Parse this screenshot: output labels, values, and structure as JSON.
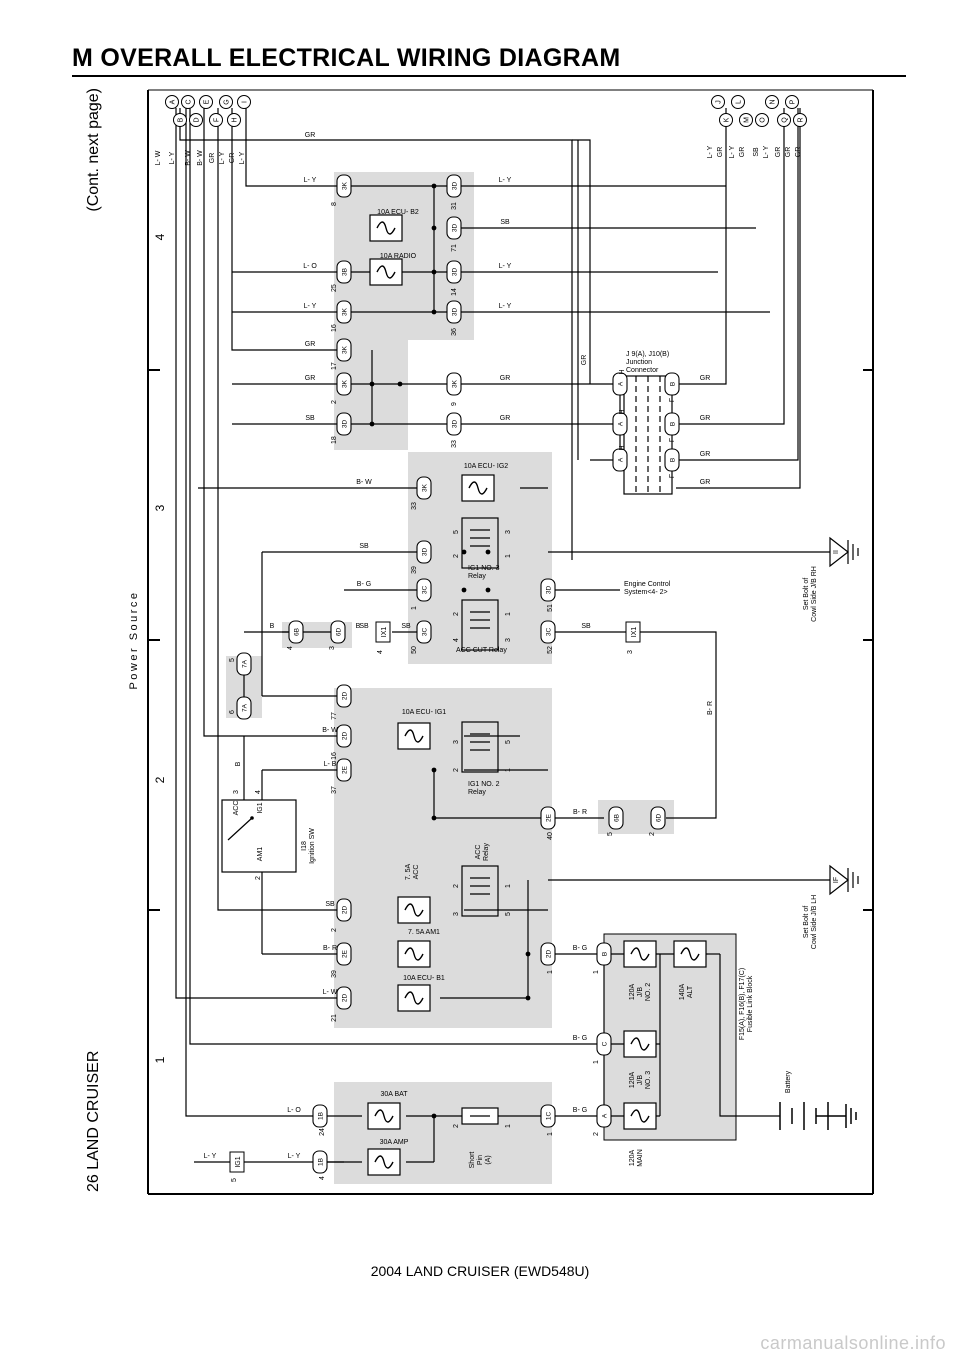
{
  "header": {
    "title": "M  OVERALL ELECTRICAL WIRING DIAGRAM"
  },
  "margin": {
    "page_model": "26  LAND CRUISER",
    "continued": "(Cont.  next page)",
    "section": "Power Source"
  },
  "footer": {
    "text": "2004 LAND CRUISER (EWD548U)"
  },
  "watermark": {
    "text": "carmanualsonline.info"
  },
  "grid_numbers": [
    "1",
    "2",
    "3",
    "4"
  ],
  "connector_letters": [
    "A",
    "B",
    "C",
    "D",
    "E",
    "F",
    "G",
    "H",
    "I",
    "J",
    "K",
    "L",
    "M",
    "N",
    "O",
    "P",
    "Q",
    "R"
  ],
  "left_wire_colors": [
    "L- W",
    "L- Y",
    "B- W",
    "B- W",
    "GR",
    "L- Y",
    "GR",
    "L- Y"
  ],
  "right_wire_colors": [
    "L- Y",
    "GR",
    "L- Y",
    "GR",
    "SB",
    "L- Y",
    "GR",
    "GR",
    "GR"
  ],
  "ecu_b2_box": {
    "fuse_top": "10A ECU- B2",
    "fuse_bottom": "10A RADIO",
    "left_wires": [
      "L- Y",
      "L- O",
      "L- Y",
      "GR",
      "GR",
      "SB"
    ],
    "left_pins": [
      "8",
      "25",
      "16",
      "17",
      "2",
      "18"
    ],
    "left_connectors": [
      "3K",
      "3B",
      "3K",
      "3K",
      "3K",
      "3D"
    ],
    "right_wires": [
      "L- Y",
      "SB",
      "L- Y",
      "L- Y",
      "GR",
      "GR"
    ],
    "right_pins": [
      "31",
      "71",
      "14",
      "36",
      "9",
      "33"
    ],
    "right_connectors": [
      "3D",
      "3D",
      "3D",
      "3D",
      "3K",
      "3D"
    ]
  },
  "top_wire": "GR",
  "gr_vertical": "GR",
  "junction": {
    "label_top": "J 9(A), J10(B)",
    "label_mid": "Junction",
    "label_bottom": "Connector",
    "left_letter": "H",
    "right_letter": "F",
    "a_pin": "A",
    "b_pin": "B",
    "right_wires": [
      "GR",
      "GR",
      "GR",
      "GR"
    ]
  },
  "ig2_box": {
    "fuse": "10A ECU- IG2",
    "relay1": [
      "IG1 NO. 3",
      "Relay"
    ],
    "relay2": "ACC CUT Relay",
    "left_wires": [
      "B- W",
      "SB",
      "B- G",
      "SB"
    ],
    "left_pins": [
      "33",
      "39",
      "1",
      "50"
    ],
    "left_connectors": [
      "3K",
      "3D",
      "3C",
      "3C"
    ],
    "right_pins": [
      "51",
      "52"
    ],
    "right_connectors": [
      "3D",
      "3C"
    ],
    "relay_pins": [
      "5",
      "2",
      "3",
      "1",
      "2",
      "1",
      "4",
      "3"
    ],
    "b_wire": "B",
    "b_pins": [
      "4",
      "3"
    ],
    "b_connectors": [
      "6B",
      "6D"
    ],
    "ix1": "IX1",
    "ix1_pin": "4",
    "ix1_right": "IX1",
    "ix1_right_pin": "3",
    "sb_right": "SB"
  },
  "engine_control": [
    "Engine Control",
    "System<4- 2>"
  ],
  "ground_ii": "II",
  "ground_ii_label": [
    "Set Bolt of",
    "Cowl Side J/B RH"
  ],
  "ground_if": "IF",
  "ground_if_label": [
    "Set Bolt of",
    "Cowl Side J/B LH"
  ],
  "connector_7a": {
    "pin_top": "5",
    "pin_bottom": "6",
    "code": "7A"
  },
  "ignition": {
    "acc": "ACC",
    "ig1": "IG1",
    "am1": "AM1",
    "pin_acc": "3",
    "pin_ig1": "4",
    "pin_am1": "2",
    "label": [
      "I18",
      "Ignition SW"
    ],
    "b_wire": "B"
  },
  "ig1_box": {
    "fuse_ig1": "10A ECU- IG1",
    "relay_ig1": [
      "IG1 NO. 2",
      "Relay"
    ],
    "fuse_acc": [
      "7. 5A",
      "ACC"
    ],
    "acc_relay": [
      "ACC",
      "Relay"
    ],
    "fuse_am1": "7. 5A AM1",
    "fuse_b1": "10A ECU- B1",
    "left_wires": [
      "B- W",
      "L- B",
      "SB",
      "B- R",
      "L- W"
    ],
    "left_pins": [
      "77",
      "16",
      "37",
      "2",
      "39",
      "21"
    ],
    "left_connectors": [
      "2D",
      "2D",
      "2E",
      "2D",
      "2E",
      "2D"
    ],
    "right_pins": [
      "40",
      "1"
    ],
    "right_connectors": [
      "2E",
      "2D"
    ],
    "relay_pins": [
      "3",
      "5",
      "2",
      "1",
      "2",
      "1",
      "3",
      "5"
    ]
  },
  "br_wires": [
    "B- R",
    "B- R"
  ],
  "br_pins": [
    "5",
    "2"
  ],
  "br_connectors": [
    "6B",
    "6D"
  ],
  "bg_wires": [
    "B- G",
    "B- G",
    "B- G"
  ],
  "fusible_block": {
    "pins": [
      "1",
      "1",
      "2"
    ],
    "connectors": [
      "B",
      "C",
      "A"
    ],
    "fuses": [
      [
        "120A",
        "J/B",
        "NO. 2"
      ],
      [
        "140A",
        "ALT"
      ],
      [
        "120A",
        "J/B",
        "NO. 3"
      ],
      [
        "120A",
        "MAIN"
      ]
    ],
    "label": [
      "F15(A), F16(B), F17(C)",
      "Fusible Link Block"
    ]
  },
  "battery": "Battery",
  "bat_box": {
    "fuse_bat": "30A BAT",
    "fuse_amp": "30A AMP",
    "short_pin": [
      "Short",
      "Pin",
      "(A)"
    ],
    "pins": [
      "24",
      "4",
      "2",
      "1",
      "1"
    ],
    "connectors": [
      "1B",
      "1B",
      "1C"
    ],
    "wires": [
      "L- O",
      "L- Y",
      "L- Y"
    ],
    "ig1_conn": "IG1",
    "ig1_pin": "5"
  }
}
